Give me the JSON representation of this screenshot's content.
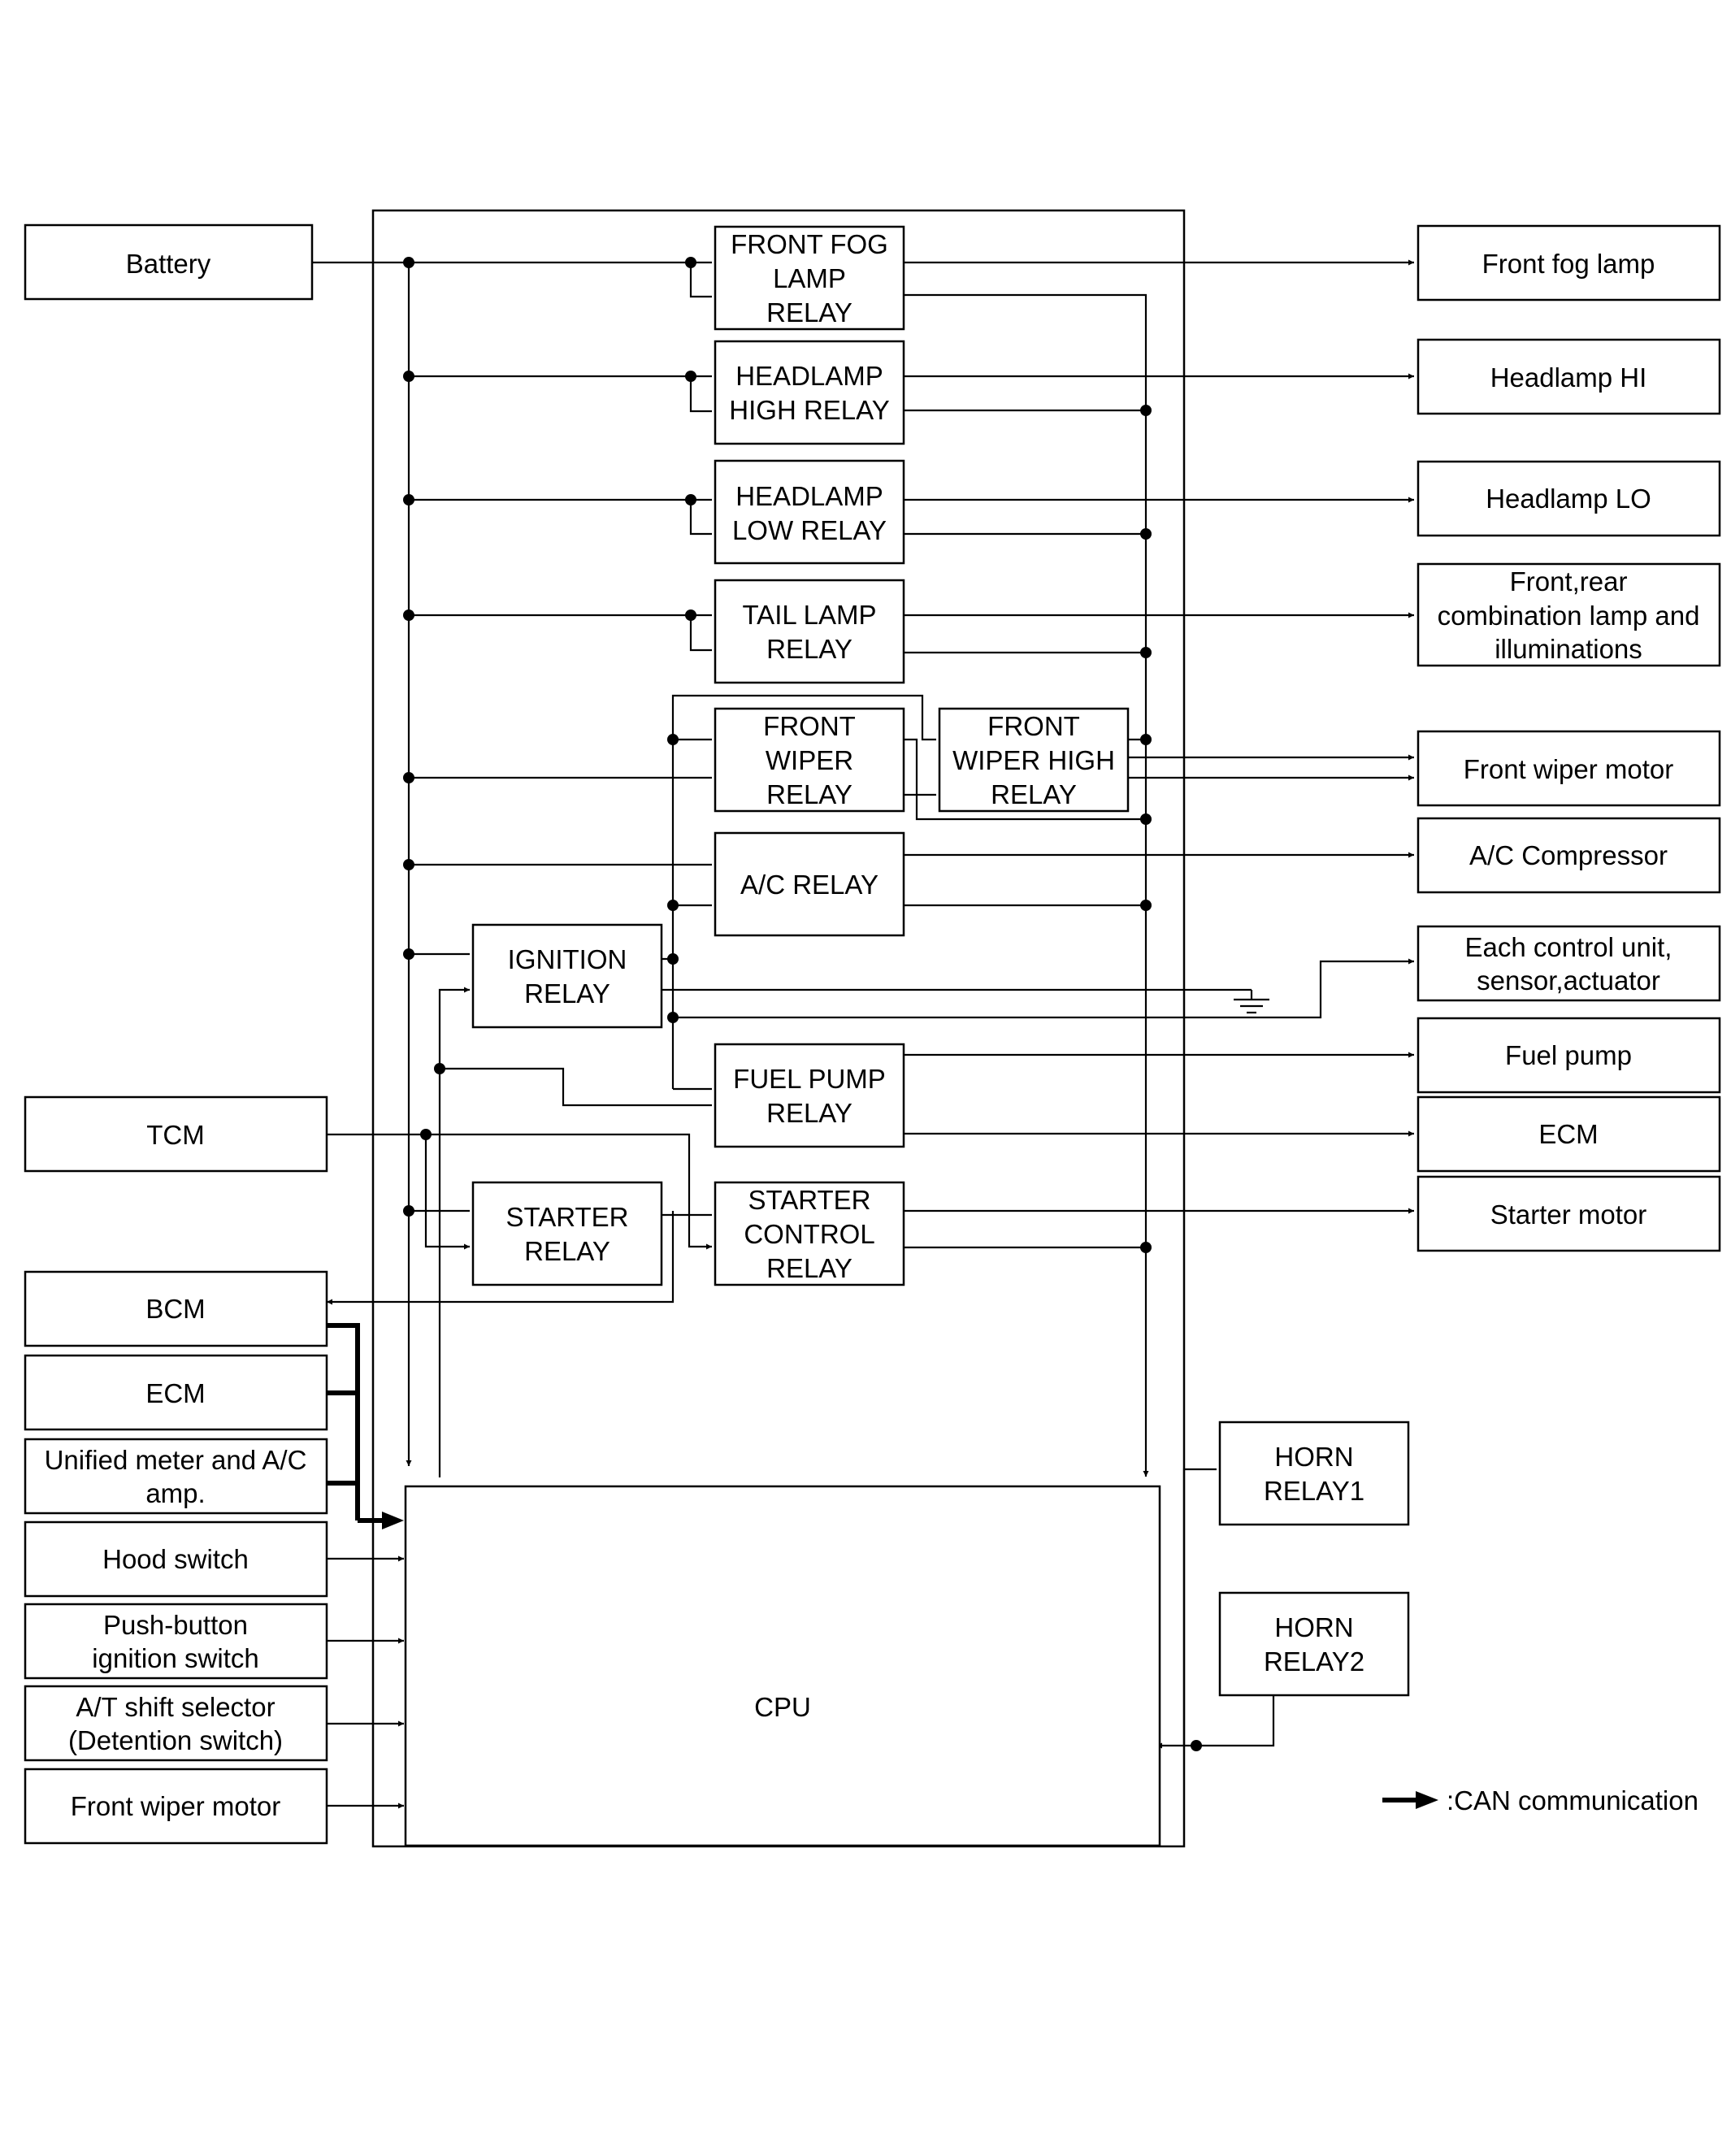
{
  "external_left": {
    "battery": [
      "Battery"
    ],
    "tcm": [
      "TCM"
    ],
    "bcm": [
      "BCM"
    ],
    "ecm": [
      "ECM"
    ],
    "unified_meter": [
      "Unified meter and A/C",
      "amp."
    ],
    "hood_switch": [
      "Hood switch"
    ],
    "push_button": [
      "Push-button",
      "ignition switch"
    ],
    "at_shift": [
      "A/T shift selector",
      "(Detention switch)"
    ],
    "front_wiper_motor_in": [
      "Front wiper motor"
    ]
  },
  "external_right": {
    "front_fog_lamp": [
      "Front fog lamp"
    ],
    "headlamp_hi": [
      "Headlamp HI"
    ],
    "headlamp_lo": [
      "Headlamp LO"
    ],
    "combination_lamp": [
      "Front,rear",
      "combination lamp and",
      "illuminations"
    ],
    "front_wiper_motor_out": [
      "Front wiper motor"
    ],
    "ac_compressor": [
      "A/C Compressor"
    ],
    "each_control_unit": [
      "Each control unit,",
      "sensor,actuator"
    ],
    "fuel_pump": [
      "Fuel pump"
    ],
    "ecm_out": [
      "ECM"
    ],
    "starter_motor": [
      "Starter motor"
    ]
  },
  "relays": {
    "front_fog": [
      "FRONT FOG",
      "LAMP",
      "RELAY"
    ],
    "headlamp_high": [
      "HEADLAMP",
      "HIGH RELAY"
    ],
    "headlamp_low": [
      "HEADLAMP",
      "LOW RELAY"
    ],
    "tail_lamp": [
      "TAIL LAMP",
      "RELAY"
    ],
    "front_wiper": [
      "FRONT",
      "WIPER",
      "RELAY"
    ],
    "front_wiper_high": [
      "FRONT",
      "WIPER HIGH",
      "RELAY"
    ],
    "ac": [
      "A/C RELAY"
    ],
    "ignition": [
      "IGNITION",
      "RELAY"
    ],
    "fuel_pump": [
      "FUEL PUMP",
      "RELAY"
    ],
    "starter": [
      "STARTER",
      "RELAY"
    ],
    "starter_control": [
      "STARTER",
      "CONTROL",
      "RELAY"
    ],
    "horn1": [
      "HORN",
      "RELAY1"
    ],
    "horn2": [
      "HORN",
      "RELAY2"
    ]
  },
  "cpu": [
    "CPU"
  ],
  "legend": {
    "can_label": ":CAN communication"
  }
}
